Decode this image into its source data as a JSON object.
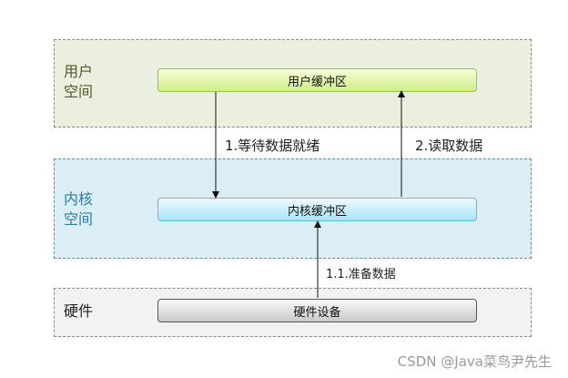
{
  "zones": {
    "user": {
      "label": "用户\n空间"
    },
    "kernel": {
      "label": "内核\n空间"
    },
    "hardware": {
      "label": "硬件"
    }
  },
  "buffers": {
    "user": "用户缓冲区",
    "kernel": "内核缓冲区",
    "hardware": "硬件设备"
  },
  "steps": {
    "wait": "1.等待数据就绪",
    "read": "2.读取数据",
    "prepare": "1.1.准备数据"
  },
  "watermark": "CSDN @Java菜鸟尹先生",
  "colors": {
    "user_zone": "#ebefdf",
    "kernel_zone": "#dbeef5",
    "hardware_zone": "#f2f2f2",
    "user_buffer": "#cfee8a",
    "kernel_buffer": "#a9e3f6",
    "hardware_buffer": "#c9c9c9"
  }
}
